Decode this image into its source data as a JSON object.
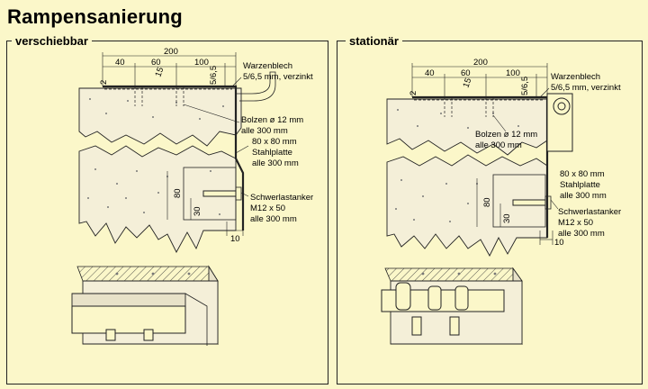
{
  "page": {
    "title": "Rampensanierung"
  },
  "panels": {
    "left": {
      "label": "verschiebbar",
      "dims": {
        "d200": "200",
        "d40": "40",
        "d60": "60",
        "d100": "100",
        "d2": "2",
        "d15": "15",
        "d565": "5/6,5",
        "d80": "80",
        "d30": "30",
        "d10": "10"
      },
      "annotations": {
        "warzenblech_1": "Warzenblech",
        "warzenblech_2": "5/6,5 mm, verzinkt",
        "bolzen_1": "Bolzen ø 12 mm",
        "bolzen_2": "alle 300 mm",
        "stahlplatte_1": "80 x 80 mm",
        "stahlplatte_2": "Stahlplatte",
        "stahlplatte_3": "alle 300 mm",
        "anker_1": "Schwerlastanker",
        "anker_2": "M12 x 50",
        "anker_3": "alle 300 mm"
      }
    },
    "right": {
      "label": "stationär",
      "dims": {
        "d200": "200",
        "d40": "40",
        "d60": "60",
        "d100": "100",
        "d2": "2",
        "d15": "15",
        "d565": "5/6,5",
        "d80": "80",
        "d30": "30",
        "d10": "10"
      },
      "annotations": {
        "warzenblech_1": "Warzenblech",
        "warzenblech_2": "5/6,5 mm, verzinkt",
        "bolzen_1": "Bolzen ø 12 mm",
        "bolzen_2": "alle 300 mm",
        "stahlplatte_1": "80 x 80 mm",
        "stahlplatte_2": "Stahlplatte",
        "stahlplatte_3": "alle 300 mm",
        "anker_1": "Schwerlastanker",
        "anker_2": "M12 x 50",
        "anker_3": "alle 300 mm"
      }
    }
  }
}
